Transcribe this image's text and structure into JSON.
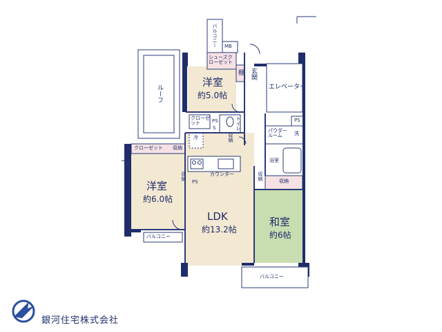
{
  "colors": {
    "wall": "#1f2d6b",
    "western_room": "#f3e8d2",
    "tatami": "#c8ddb0",
    "closet_pink": "#f6e2e4",
    "line": "#2a3a78",
    "brand": "#2b4fa0"
  },
  "rooms": {
    "youshitsu_top": {
      "name": "洋室",
      "size": "約5.0帖"
    },
    "youshitsu_left": {
      "name": "洋室",
      "size": "約6.0帖"
    },
    "ldk": {
      "name": "LDK",
      "size": "約13.2帖"
    },
    "washitsu": {
      "name": "和室",
      "size": "約6帖"
    }
  },
  "labels": {
    "shoes_closet": "シューズクローゼット",
    "tana": "棚",
    "genkan": "玄関",
    "elevator": "エレベーター",
    "roof": "ルーフ",
    "balcony_top": "バルコニー",
    "mb": "MB",
    "closet_small": "クローゼット",
    "ps": "PS",
    "ps2": "PS",
    "toilet": "トイレ",
    "powder_room": "パウダールーム",
    "wash": "洗",
    "storage": "収納",
    "bathroom": "浴室",
    "rei": "冷",
    "closet_left": "クローゼット",
    "counter": "カウンター",
    "balcony_left": "バルコニー",
    "balcony_bottom": "バルコニー",
    "s": "S"
  },
  "company": "銀河住宅株式会社"
}
